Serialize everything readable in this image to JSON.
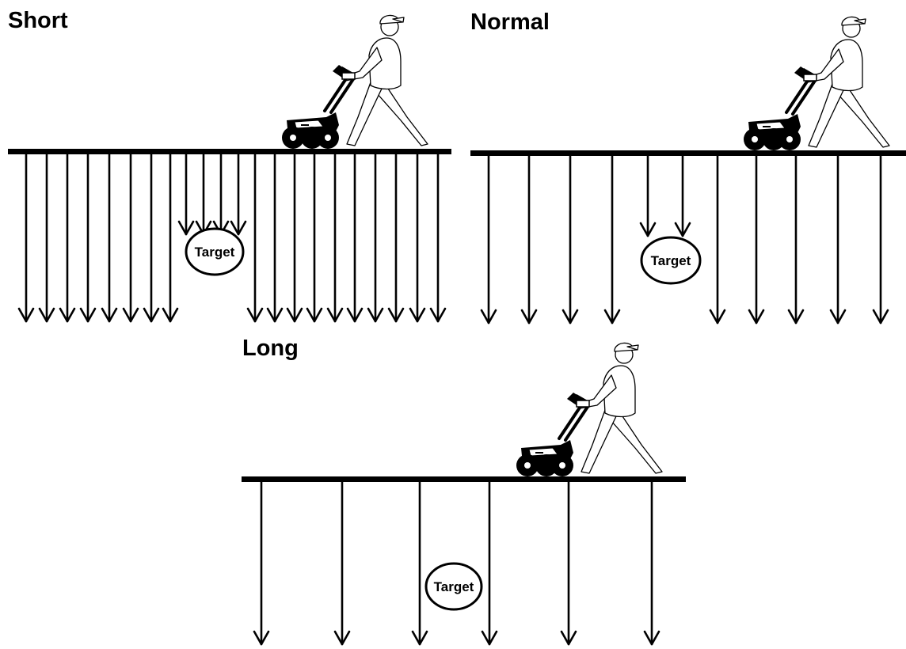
{
  "panels": [
    {
      "key": "short",
      "title": "Short",
      "target_label": "Target",
      "arrows_full": 18,
      "arrows_deflected": 4
    },
    {
      "key": "normal",
      "title": "Normal",
      "target_label": "Target",
      "arrows_full": 9,
      "arrows_deflected": 2
    },
    {
      "key": "long",
      "title": "Long",
      "target_label": "Target",
      "arrows_full": 6,
      "arrows_deflected": 0
    }
  ],
  "colors": {
    "ink": "#000000",
    "background": "#ffffff"
  },
  "icons": [
    "gpr-cart-icon",
    "operator-walking-icon",
    "target-ellipse-icon",
    "down-arrow-icon"
  ]
}
